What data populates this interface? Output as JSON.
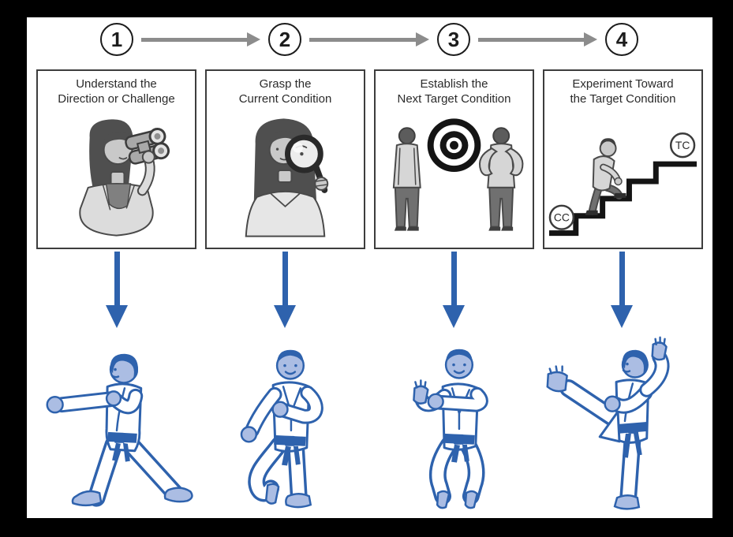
{
  "figure": {
    "steps": [
      {
        "number": "1",
        "title_line1": "Understand the",
        "title_line2": "Direction or Challenge",
        "illustration": "woman-looking-through-binoculars",
        "practice_pose": "karate-straight-punch"
      },
      {
        "number": "2",
        "title_line1": "Grasp the",
        "title_line2": "Current Condition",
        "illustration": "woman-with-magnifying-glass",
        "practice_pose": "karate-ready-stance"
      },
      {
        "number": "3",
        "title_line1": "Establish the",
        "title_line2": "Next Target Condition",
        "illustration": "two-people-facing-bullseye-target",
        "practice_pose": "karate-arm-block"
      },
      {
        "number": "4",
        "title_line1": "Experiment Toward",
        "title_line2": "the Target Condition",
        "illustration": "person-climbing-staircase",
        "practice_pose": "karate-high-kick"
      }
    ],
    "staircase_labels": {
      "start": "CC",
      "goal": "TC"
    },
    "colors": {
      "practice_blue": "#2e62ad",
      "skin_blue": "#abbde3",
      "connector_gray": "#8c8c8c",
      "line_black": "#141414",
      "frame_black": "#000000"
    }
  }
}
